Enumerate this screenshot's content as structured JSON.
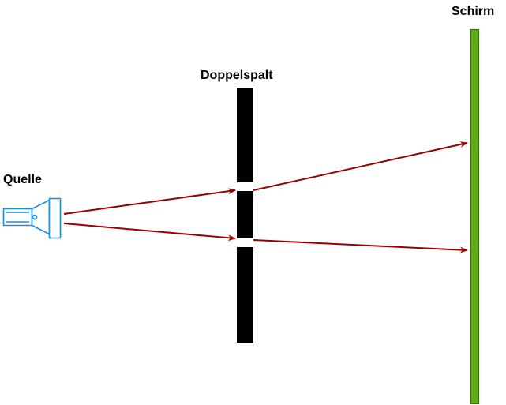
{
  "labels": {
    "source": "Quelle",
    "double_slit": "Doppelspalt",
    "screen": "Schirm"
  },
  "colors": {
    "ray": "#990000",
    "screen_fill": "#60a917",
    "screen_stroke": "#2d7600",
    "source_stroke": "#1a8fe0",
    "barrier": "#000000"
  },
  "icons": {
    "source": "flashlight-icon"
  }
}
